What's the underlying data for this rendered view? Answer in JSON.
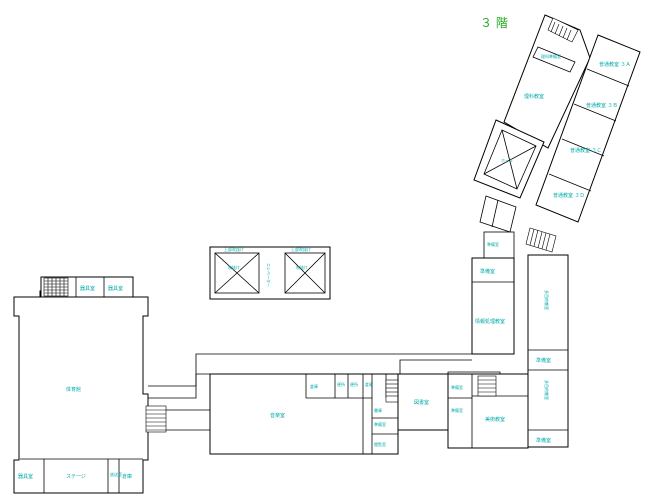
{
  "floor": {
    "title": "３ 階"
  },
  "rooms": {
    "r_top_small": "理科準備室",
    "r_science": "理科教室",
    "r_class3a": "普通教室 ３Ａ",
    "r_class3b": "普通教室 ３Ｂ",
    "r_class3c": "普通教室 ３Ｃ",
    "r_class3d": "普通教室 ３Ｄ",
    "r_mid": "ホール",
    "r_pre_small": "準備室",
    "r_prep1": "準備室",
    "r_info": "情報処理教室",
    "r_multi1": "多目的教室",
    "r_prep2": "準備室",
    "r_multi2": "多目的教室",
    "r_prep3": "準備室",
    "r_art": "美術教室",
    "r_prep4": "準備室",
    "r_music": "音楽室",
    "r_library": "図書室",
    "r_reading": "閲覧室",
    "r_wc1": "便所",
    "r_wc2": "便所",
    "r_prep5": "準備室",
    "r_small1": "倉庫",
    "r_small2": "倉庫",
    "r_small3": "書庫",
    "r_gym": "体育館",
    "r_gym_a": "器具室",
    "r_gym_b": "器具室",
    "r_gym_c": "器具室",
    "r_gym_d": "ステージ",
    "r_gym_e": "放送室",
    "r_gym_f": "倉庫",
    "r_void1": "吹抜け",
    "r_void2": "吹抜け",
    "r_ev": "エレベーター",
    "r_corr_lbl": "上部吹抜け",
    "r_corr_lbl2": "上部吹抜け"
  },
  "colors": {
    "label": "#00aaaa",
    "title": "#22aa22",
    "line": "#000000"
  }
}
